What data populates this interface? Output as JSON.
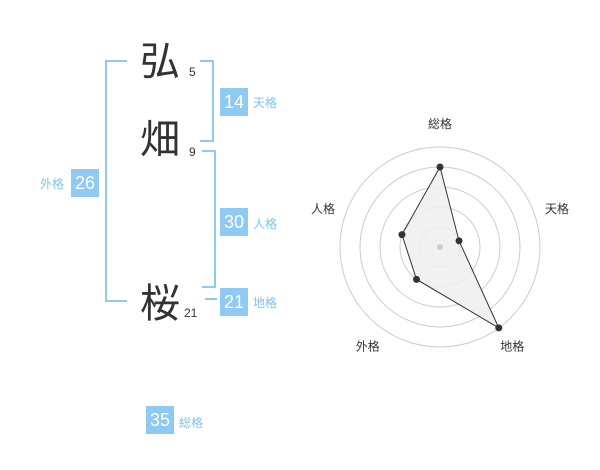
{
  "characters": [
    {
      "char": "弘",
      "strokes": "5"
    },
    {
      "char": "畑",
      "strokes": "9"
    },
    {
      "char": "桜",
      "strokes": "21"
    }
  ],
  "kakusu": {
    "tenkaku": {
      "value": "14",
      "label": "天格"
    },
    "jinkaku": {
      "value": "30",
      "label": "人格"
    },
    "chikaku": {
      "value": "21",
      "label": "地格"
    },
    "gaikaku": {
      "value": "26",
      "label": "外格"
    },
    "soukaku": {
      "value": "35",
      "label": "総格"
    }
  },
  "colors": {
    "accent": "#8ecaf3",
    "label": "#7fc3ef",
    "ring": "#cccccc",
    "fill": "#eeeeee",
    "line": "#333333"
  },
  "chart_data": {
    "type": "radar",
    "axes": [
      "総格",
      "天格",
      "地格",
      "外格",
      "人格"
    ],
    "values": [
      4,
      1,
      5,
      2,
      2
    ],
    "max": 5,
    "rings": 5
  }
}
